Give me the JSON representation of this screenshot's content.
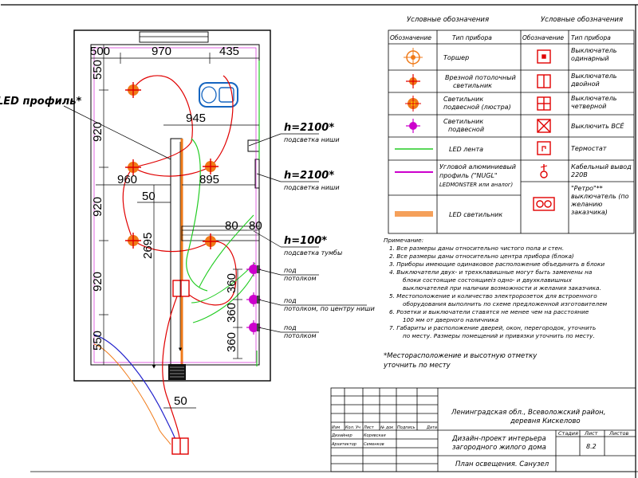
{
  "plan": {
    "led_profile_label": "LED профиль*",
    "dims": {
      "top": [
        "500",
        "970",
        "435"
      ],
      "d945": "945",
      "left": [
        "550",
        "920",
        "920",
        "920",
        "550"
      ],
      "d960": "960",
      "d895": "895",
      "d50a": "50",
      "d2695": "2695",
      "d80a": "80",
      "d80b": "80",
      "d360a": "360",
      "d360b": "360",
      "d360c": "360",
      "d50b": "50"
    },
    "callouts": [
      {
        "h": "h=2100*",
        "sub": "подсветка ниши"
      },
      {
        "h": "h=2100*",
        "sub": "подсветка ниши"
      },
      {
        "h": "h=100*",
        "sub": "подсветка тумбы"
      }
    ],
    "pod": [
      {
        "a": "под",
        "b": "потолком"
      },
      {
        "a": "под",
        "b": "потолком, по центру ниши"
      },
      {
        "a": "под",
        "b": "потолком"
      }
    ]
  },
  "legend": {
    "title_left": "Условные обозначения",
    "title_right": "Условные обозначения",
    "col_symbol": "Обозначение",
    "col_type": "Тип прибора",
    "left_rows": [
      {
        "type": "Торшер",
        "icon": "floor-lamp-icon"
      },
      {
        "type": "Врезной потолочный светильник",
        "icon": "recessed-light-icon"
      },
      {
        "type": "Светильник подвесной (люстра)",
        "icon": "chandelier-icon"
      },
      {
        "type": "Светильник подвесной",
        "icon": "pendant-light-icon"
      },
      {
        "type": "LED лента",
        "icon": "led-strip-line"
      },
      {
        "type": "Угловой алюминиевый профиль (\"NUGL\" LEDMONSTER или аналог)",
        "icon": "aluminum-profile-line"
      },
      {
        "type": "LED светильник",
        "icon": "led-fixture-bar"
      }
    ],
    "right_rows": [
      {
        "type": "Выключатель одинарный",
        "icon": "single-switch-icon"
      },
      {
        "type": "Выключатель двойной",
        "icon": "double-switch-icon"
      },
      {
        "type": "Выключатель четверной",
        "icon": "quad-switch-icon"
      },
      {
        "type": "Выключить ВСЁ",
        "icon": "master-off-switch-icon"
      },
      {
        "type": "Термостат",
        "icon": "thermostat-icon"
      },
      {
        "type": "Кабельный вывод 220В",
        "icon": "cable-outlet-icon"
      },
      {
        "type": "\"Ретро\"** выключатель (по желанию заказчика)",
        "icon": "retro-switch-icon"
      }
    ]
  },
  "notes": {
    "title": "Примечание:",
    "items": [
      "Все размеры даны относительно чистого пола и стен.",
      "Все размеры даны относительно центра прибора (блока)",
      "Приборы имеющие одинаковое расположение объединить в блоки",
      "Выключатели двух- и трехклавишные могут быть заменены на блоки состоящие состоящиеiз одно- и двухклавишных выключателей при наличии возможности и желания заказчика.",
      "Местоположение и количество электророзеток для встроенного оборудования выполнить по схеме предложенной изготовителем",
      "Розетки и выключатели ставятся не менее чем на расстояние 100 мм от дверного наличника",
      "Габариты и расположение дверей, окон, перегородок, уточнить по месту. Размеры помещений и привязки уточнить по месту."
    ],
    "footnote": "*Месторасположение и высотную отметку уточнить по месту"
  },
  "title_block": {
    "headers": [
      "Изм",
      "Кол. Уч",
      "Лист",
      "№ док",
      "Подпись",
      "Дата"
    ],
    "roles": [
      {
        "role": "Дизайнер",
        "name": "Корявская"
      },
      {
        "role": "Архитектор",
        "name": "Семенков"
      }
    ],
    "location": "Ленинградская обл., Всеволожский район, деревня Кискелово",
    "project": "Дизайн-проект интерьера загородного жилого дома",
    "stage_label": "Стадия",
    "sheet_label": "Лист",
    "sheets_label": "Листов",
    "sheet": "8.2",
    "drawing": "План освещения. Санузел"
  },
  "colors": {
    "red": "#e00000",
    "orange": "#f07a18",
    "green": "#22cc22",
    "magenta": "#cc00cc",
    "blue": "#2222cc",
    "frame": "#000000"
  }
}
